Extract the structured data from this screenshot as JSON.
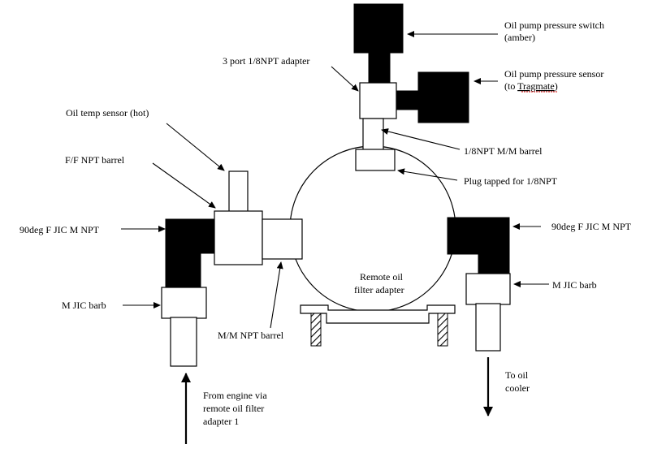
{
  "labels": {
    "switch_line1": "Oil pump pressure switch",
    "switch_line2": "(amber)",
    "sensor_line1": "Oil pump pressure sensor",
    "sensor_line2_pre": "(to ",
    "sensor_line2_word": "Tragmate",
    "sensor_line2_post": ")",
    "adapter3": "3 port 1/8NPT adapter",
    "oil_temp": "Oil temp sensor (hot)",
    "ff_barrel": "F/F NPT barrel",
    "mm_barrel_top": "1/8NPT M/M barrel",
    "plug": "Plug tapped for 1/8NPT",
    "jic_left": "90deg F JIC M NPT",
    "jic_right": "90deg F JIC M NPT",
    "barb_left": "M JIC barb",
    "barb_right": "M JIC barb",
    "remote_line1": "Remote oil",
    "remote_line2": "filter adapter",
    "mm_npt": "M/M NPT barrel",
    "to_cooler_line1": "To oil",
    "to_cooler_line2": "cooler",
    "engine_line1": "From engine via",
    "engine_line2": "remote oil filter",
    "engine_line3": "adapter 1"
  },
  "colors": {
    "fitting_dark": "#000000",
    "fitting_light": "#ffffff",
    "spellcheck_underline": "#d40000"
  }
}
